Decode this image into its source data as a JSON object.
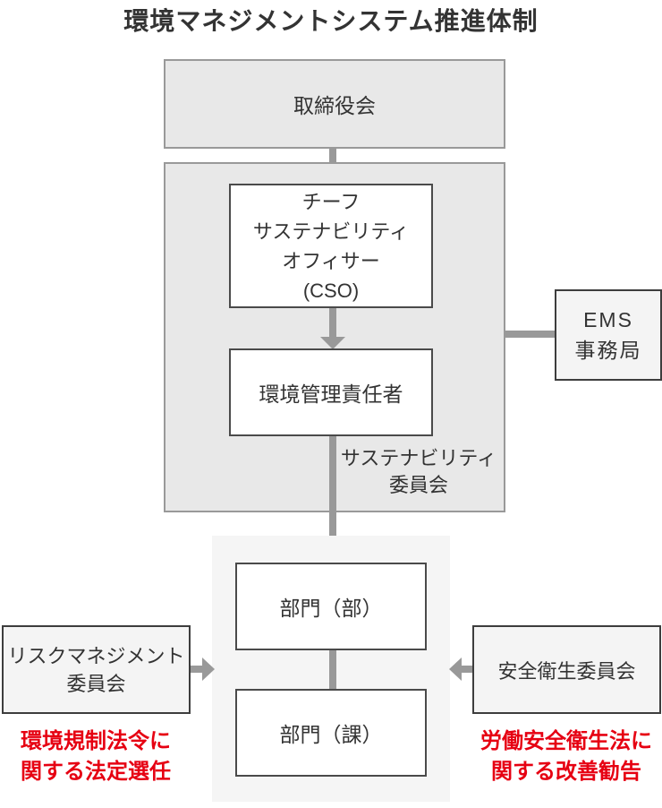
{
  "title": "環境マネジメントシステム推進体制",
  "colors": {
    "group_fill": "#e8e8e8",
    "subgroup_fill": "#f5f5f5",
    "group_border": "#999999",
    "node_border": "#4a4a4a",
    "connector_gray": "#999999",
    "annotation_red": "#e60012",
    "text": "#333333"
  },
  "nodes": {
    "board": {
      "label": "取締役会"
    },
    "cso": {
      "label": "チーフ\nサステナビリティ\nオフィサー\n(CSO)"
    },
    "env_manager": {
      "label": "環境管理責任者"
    },
    "sustainability_committee": {
      "label": "サステナビリティ\n委員会"
    },
    "ems_office": {
      "label": "EMS\n事務局"
    },
    "dept_division": {
      "label": "部門（部）"
    },
    "dept_section": {
      "label": "部門（課）"
    },
    "risk_committee": {
      "label": "リスクマネジメント\n委員会"
    },
    "safety_committee": {
      "label": "安全衛生委員会"
    }
  },
  "annotations": {
    "left_red": "環境規制法令に\n関する法定選任",
    "right_red": "労働安全衛生法に\n関する改善勧告"
  }
}
